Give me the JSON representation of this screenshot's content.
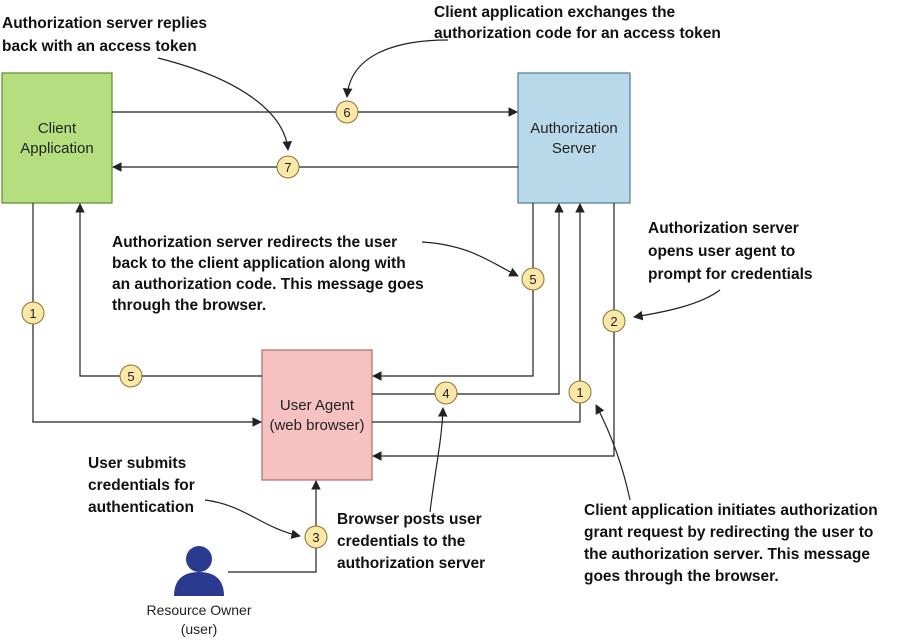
{
  "nodes": {
    "client": {
      "lines": [
        "Client",
        "Application"
      ],
      "fill": "#b5df7f",
      "stroke": "#5f8a30"
    },
    "auth_server": {
      "lines": [
        "Authorization",
        "Server"
      ],
      "fill": "#b9d9ea",
      "stroke": "#4f7a98"
    },
    "user_agent": {
      "lines": [
        "User Agent",
        "(web browser)"
      ],
      "fill": "#f6c1c1",
      "stroke": "#b06a6a"
    },
    "resource_owner": {
      "lines": [
        "Resource Owner",
        "(user)"
      ],
      "icon_color": "#2a3a8f"
    }
  },
  "badges": {
    "step1_left": "1",
    "step1_right": "1",
    "step2": "2",
    "step3": "3",
    "step4": "4",
    "step5_right": "5",
    "step5_left": "5",
    "step6": "6",
    "step7": "7",
    "color": "#fbe7a7",
    "border": "#8a7330"
  },
  "annotations": {
    "token_reply": [
      "Authorization server replies",
      "back with an access token"
    ],
    "code_exchange": [
      "Client application exchanges the",
      "authorization code for an access token"
    ],
    "redirect_back": [
      "Authorization server redirects the user",
      "back to the client application along with",
      "an authorization code. This message goes",
      "through the browser."
    ],
    "opens_agent": [
      "Authorization server",
      "opens user agent to",
      "prompt for credentials"
    ],
    "user_submits": [
      "User submits",
      "credentials for",
      "authentication"
    ],
    "browser_posts": [
      "Browser posts user",
      "credentials to the",
      "authorization server"
    ],
    "initiates": [
      "Client application initiates authorization",
      "grant request by redirecting the user to",
      "the authorization server. This message",
      "goes through the browser."
    ]
  }
}
